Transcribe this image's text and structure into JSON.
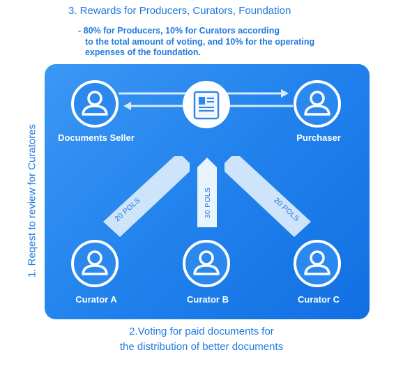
{
  "header": {
    "title": "3. Rewards for Producers, Curators, Foundation",
    "note_lines": [
      "- 80% for Producers, 10% for Curators according",
      "to the total amount of voting, and 10% for the operating",
      "expenses of the foundation."
    ]
  },
  "side_label": "1. Reqest to review for Curatores",
  "footer": {
    "lines": [
      "2.Voting for paid documents for",
      "the distribution of better documents"
    ]
  },
  "nodes": {
    "seller": "Documents Seller",
    "purchaser": "Purchaser",
    "curator_a": "Curator A",
    "curator_b": "Curator B",
    "curator_c": "Curator C"
  },
  "votes": {
    "curator_a": "20 POLS",
    "curator_b": "30 POLS",
    "curator_c": "20 POLS"
  },
  "icons": {
    "person": "user-icon",
    "document": "document-icon"
  },
  "colors": {
    "accent": "#1f7ae0",
    "panel": "#1f80ec",
    "arrow_light": "#cde4fb"
  }
}
